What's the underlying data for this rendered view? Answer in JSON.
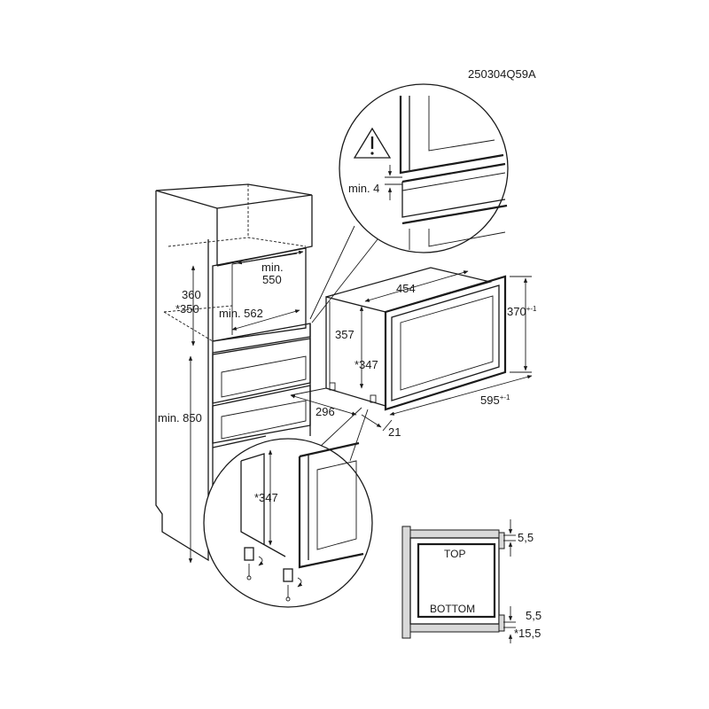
{
  "drawing_code": "250304Q59A",
  "cabinet": {
    "niche_width_top": "min.",
    "niche_width_top_value": "550",
    "niche_height": "360",
    "niche_height_alt": "*350",
    "niche_depth": "min. 562",
    "floor_height": "min. 850"
  },
  "appliance": {
    "width": "454",
    "height": "370",
    "height_tolerance": "+-1",
    "inner_height": "357",
    "inner_height_alt": "*347",
    "frame_width": "595",
    "frame_tolerance": "+-1",
    "depth": "296",
    "front_depth": "21"
  },
  "detail_top": {
    "gap": "min. 4"
  },
  "detail_bottom": {
    "height": "*347"
  },
  "detail_frame": {
    "top_label": "TOP",
    "bottom_label": "BOTTOM",
    "top_gap": "5,5",
    "bottom_gap": "5,5",
    "bottom_gap_alt": "*15,5"
  }
}
